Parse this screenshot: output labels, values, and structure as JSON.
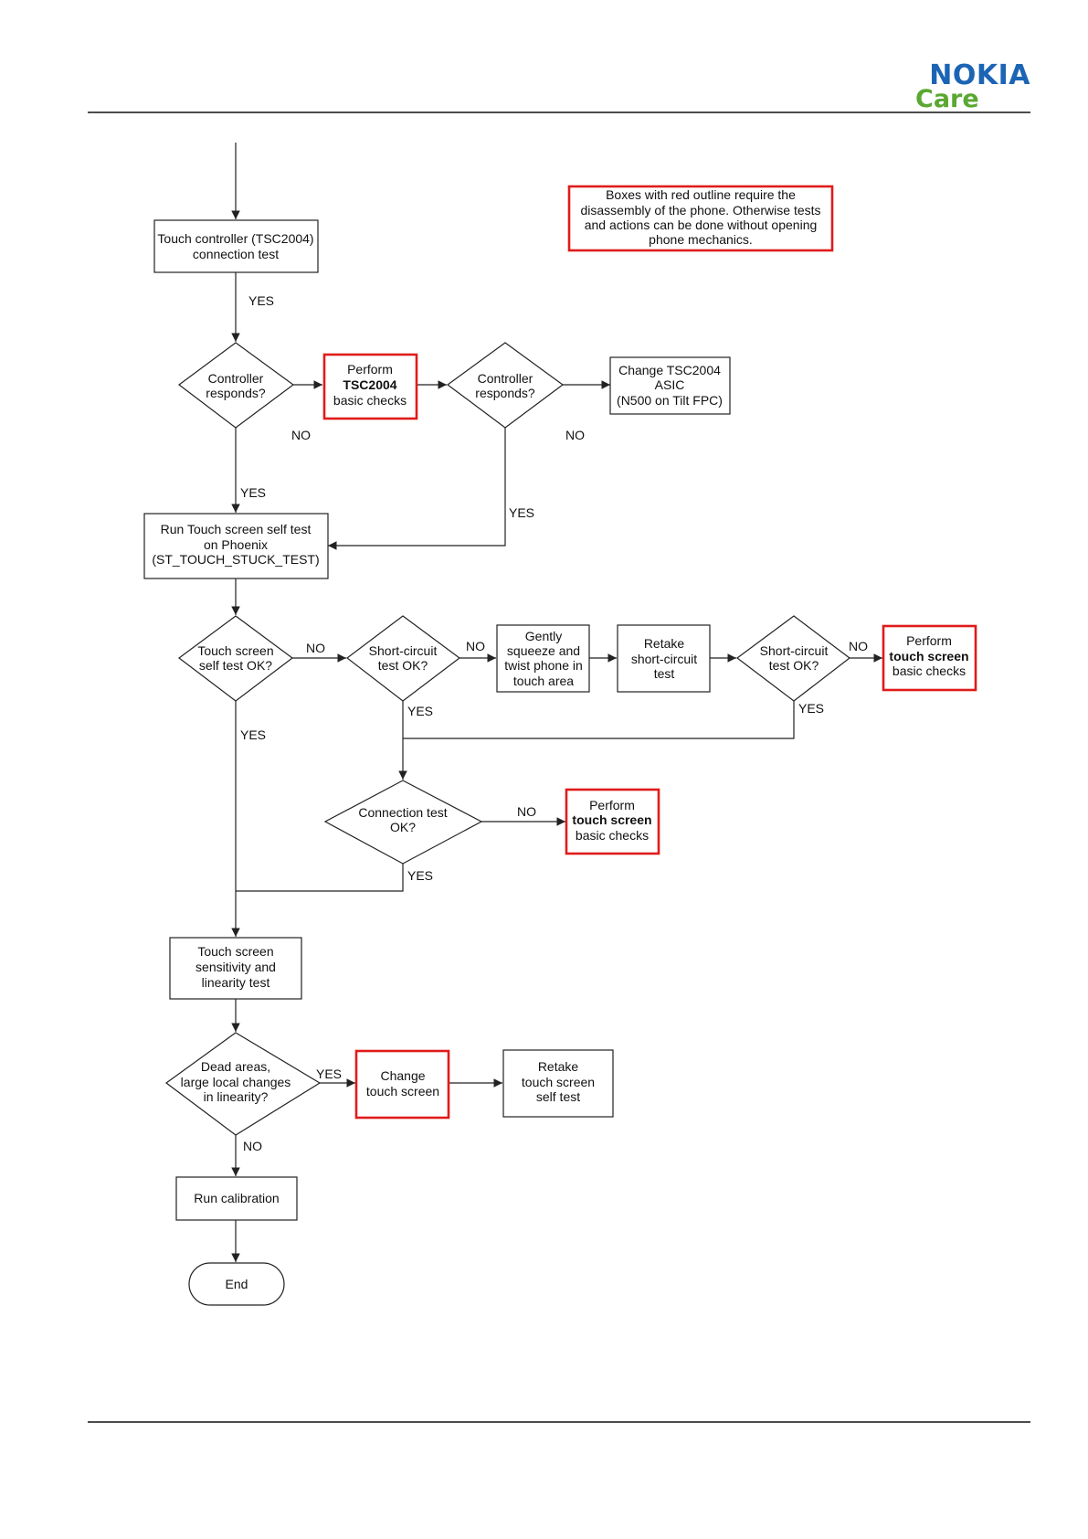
{
  "header": {
    "brand": "NOKIA",
    "sub_brand": "Care",
    "brand_color": "#1c64b4",
    "sub_brand_color": "#5aa832"
  },
  "legend": {
    "lines": [
      "Boxes with red outline require the",
      "disassembly of the phone. Otherwise tests",
      "and actions can be done without opening",
      "phone mechanics."
    ],
    "outline_color": "#e01b1b"
  },
  "nodes": {
    "tsc_connection_test": {
      "lines": [
        "Touch controller (TSC2004)",
        "connection test"
      ]
    },
    "controller_responds_1": {
      "lines": [
        "Controller",
        "responds?"
      ]
    },
    "perform_tsc_checks": {
      "line1": "Perform",
      "line2": "TSC2004",
      "line3": "basic checks"
    },
    "controller_responds_2": {
      "lines": [
        "Controller",
        "responds?"
      ]
    },
    "change_tsc_asic": {
      "lines": [
        "Change TSC2004",
        "ASIC",
        "(N500 on Tilt FPC)"
      ]
    },
    "run_self_test": {
      "lines": [
        "Run Touch screen self test",
        "on Phoenix",
        "(ST_TOUCH_STUCK_TEST)"
      ]
    },
    "self_test_ok": {
      "lines": [
        "Touch screen",
        "self test OK?"
      ]
    },
    "short_circuit_1": {
      "lines": [
        "Short-circuit",
        "test OK?"
      ]
    },
    "gently_squeeze": {
      "lines": [
        "Gently",
        "squeeze and",
        "twist phone in",
        "touch area"
      ]
    },
    "retake_short": {
      "lines": [
        "Retake",
        "short-circuit",
        "test"
      ]
    },
    "short_circuit_2": {
      "lines": [
        "Short-circuit",
        "test OK?"
      ]
    },
    "perform_ts_checks_1": {
      "line1": "Perform",
      "line2": "touch screen",
      "line3": "basic checks"
    },
    "connection_test_ok": {
      "lines": [
        "Connection test",
        "OK?"
      ]
    },
    "perform_ts_checks_2": {
      "line1": "Perform",
      "line2": "touch screen",
      "line3": "basic checks"
    },
    "sensitivity_test": {
      "lines": [
        "Touch screen",
        "sensitivity and",
        "linearity test"
      ]
    },
    "dead_areas": {
      "lines": [
        "Dead areas,",
        "large local changes",
        "in linearity?"
      ]
    },
    "change_touch_screen": {
      "lines": [
        "Change",
        "touch screen"
      ]
    },
    "retake_self_test": {
      "lines": [
        "Retake",
        "touch screen",
        "self test"
      ]
    },
    "run_calibration": {
      "lines": [
        "Run calibration"
      ]
    },
    "end": {
      "lines": [
        "End"
      ]
    }
  },
  "edge_labels": {
    "yes_connection": "YES",
    "no_ctrl_1": "NO",
    "yes_ctrl_1": "YES",
    "no_ctrl_2": "NO",
    "yes_ctrl_2": "YES",
    "no_selftest": "NO",
    "yes_selftest": "YES",
    "no_short_1": "NO",
    "yes_short_1": "YES",
    "no_short_2": "NO",
    "yes_short_2": "YES",
    "no_conn": "NO",
    "yes_conn": "YES",
    "yes_dead": "YES",
    "no_dead": "NO"
  }
}
